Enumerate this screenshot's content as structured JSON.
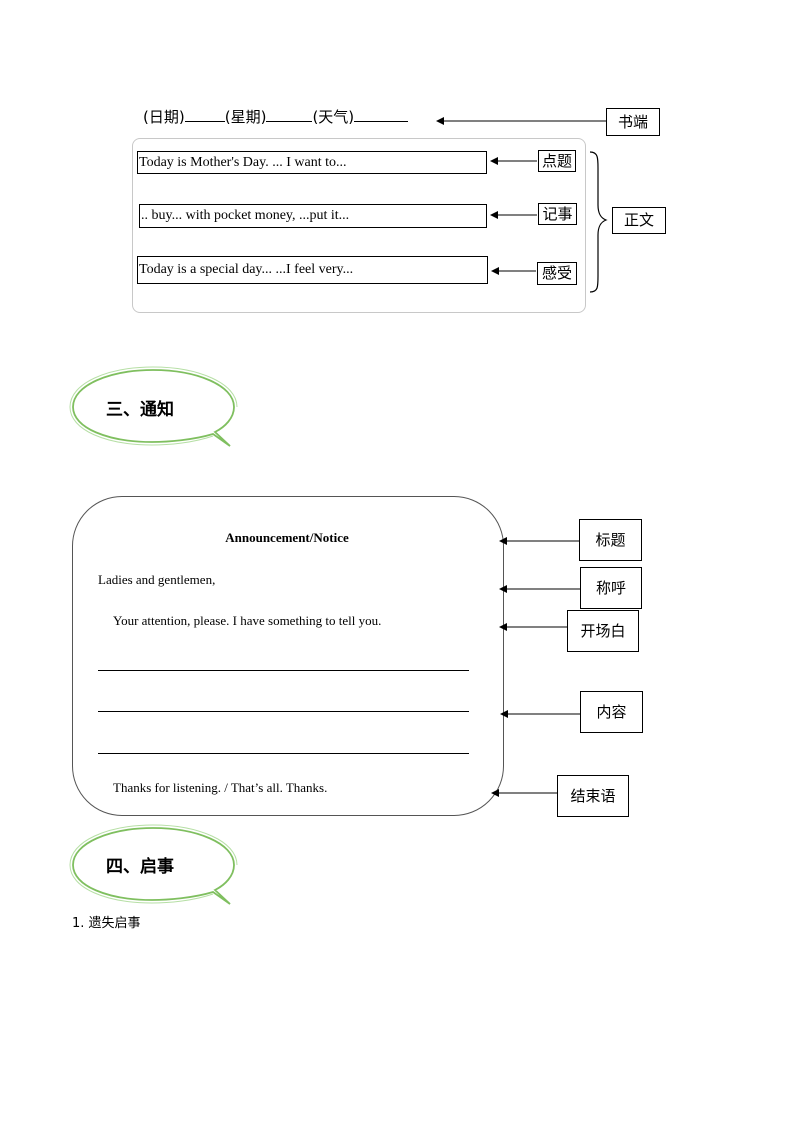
{
  "diary": {
    "header": {
      "date": "(日期)",
      "weekday": "(星期)",
      "weather": "(天气)"
    },
    "header_label": "书端",
    "sentences": [
      "Today is Mother's Day. ... I want to...",
      ".. buy... with pocket money,   ...put it...",
      "Today is a special day...   ...I feel very..."
    ],
    "sentence_labels": [
      "点题",
      "记事",
      "感受"
    ],
    "body_label": "正文"
  },
  "section3": {
    "title": "三、通知"
  },
  "notice": {
    "title": "Announcement/Notice",
    "salutation": "Ladies and gentlemen,",
    "opening": "Your attention, please. I have something to tell you.",
    "closing": "Thanks for listening. / That’s all.  Thanks.",
    "labels": {
      "title": "标题",
      "salutation": "称呼",
      "opening": "开场白",
      "content": "内容",
      "closing": "结束语"
    }
  },
  "section4": {
    "title": "四、启事"
  },
  "list": {
    "item1": "1. 遗失启事"
  }
}
